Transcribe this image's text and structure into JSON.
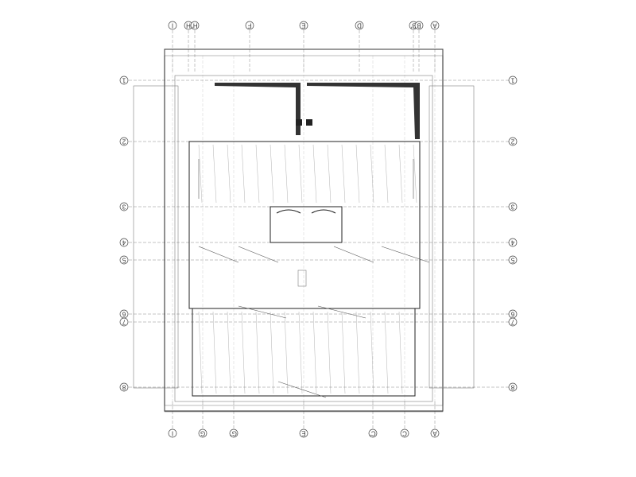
{
  "drawing": {
    "top_axes": [
      "I",
      "H",
      "H'",
      "F",
      "E",
      "D",
      "B'",
      "B",
      "A"
    ],
    "bottom_axes": [
      "I",
      "G",
      "G'",
      "E",
      "C'",
      "C",
      "A"
    ],
    "row_axes": [
      "1",
      "2",
      "3",
      "4",
      "5",
      "6",
      "7",
      "8"
    ],
    "line_color": "#222222",
    "grid_color": "#888888"
  }
}
